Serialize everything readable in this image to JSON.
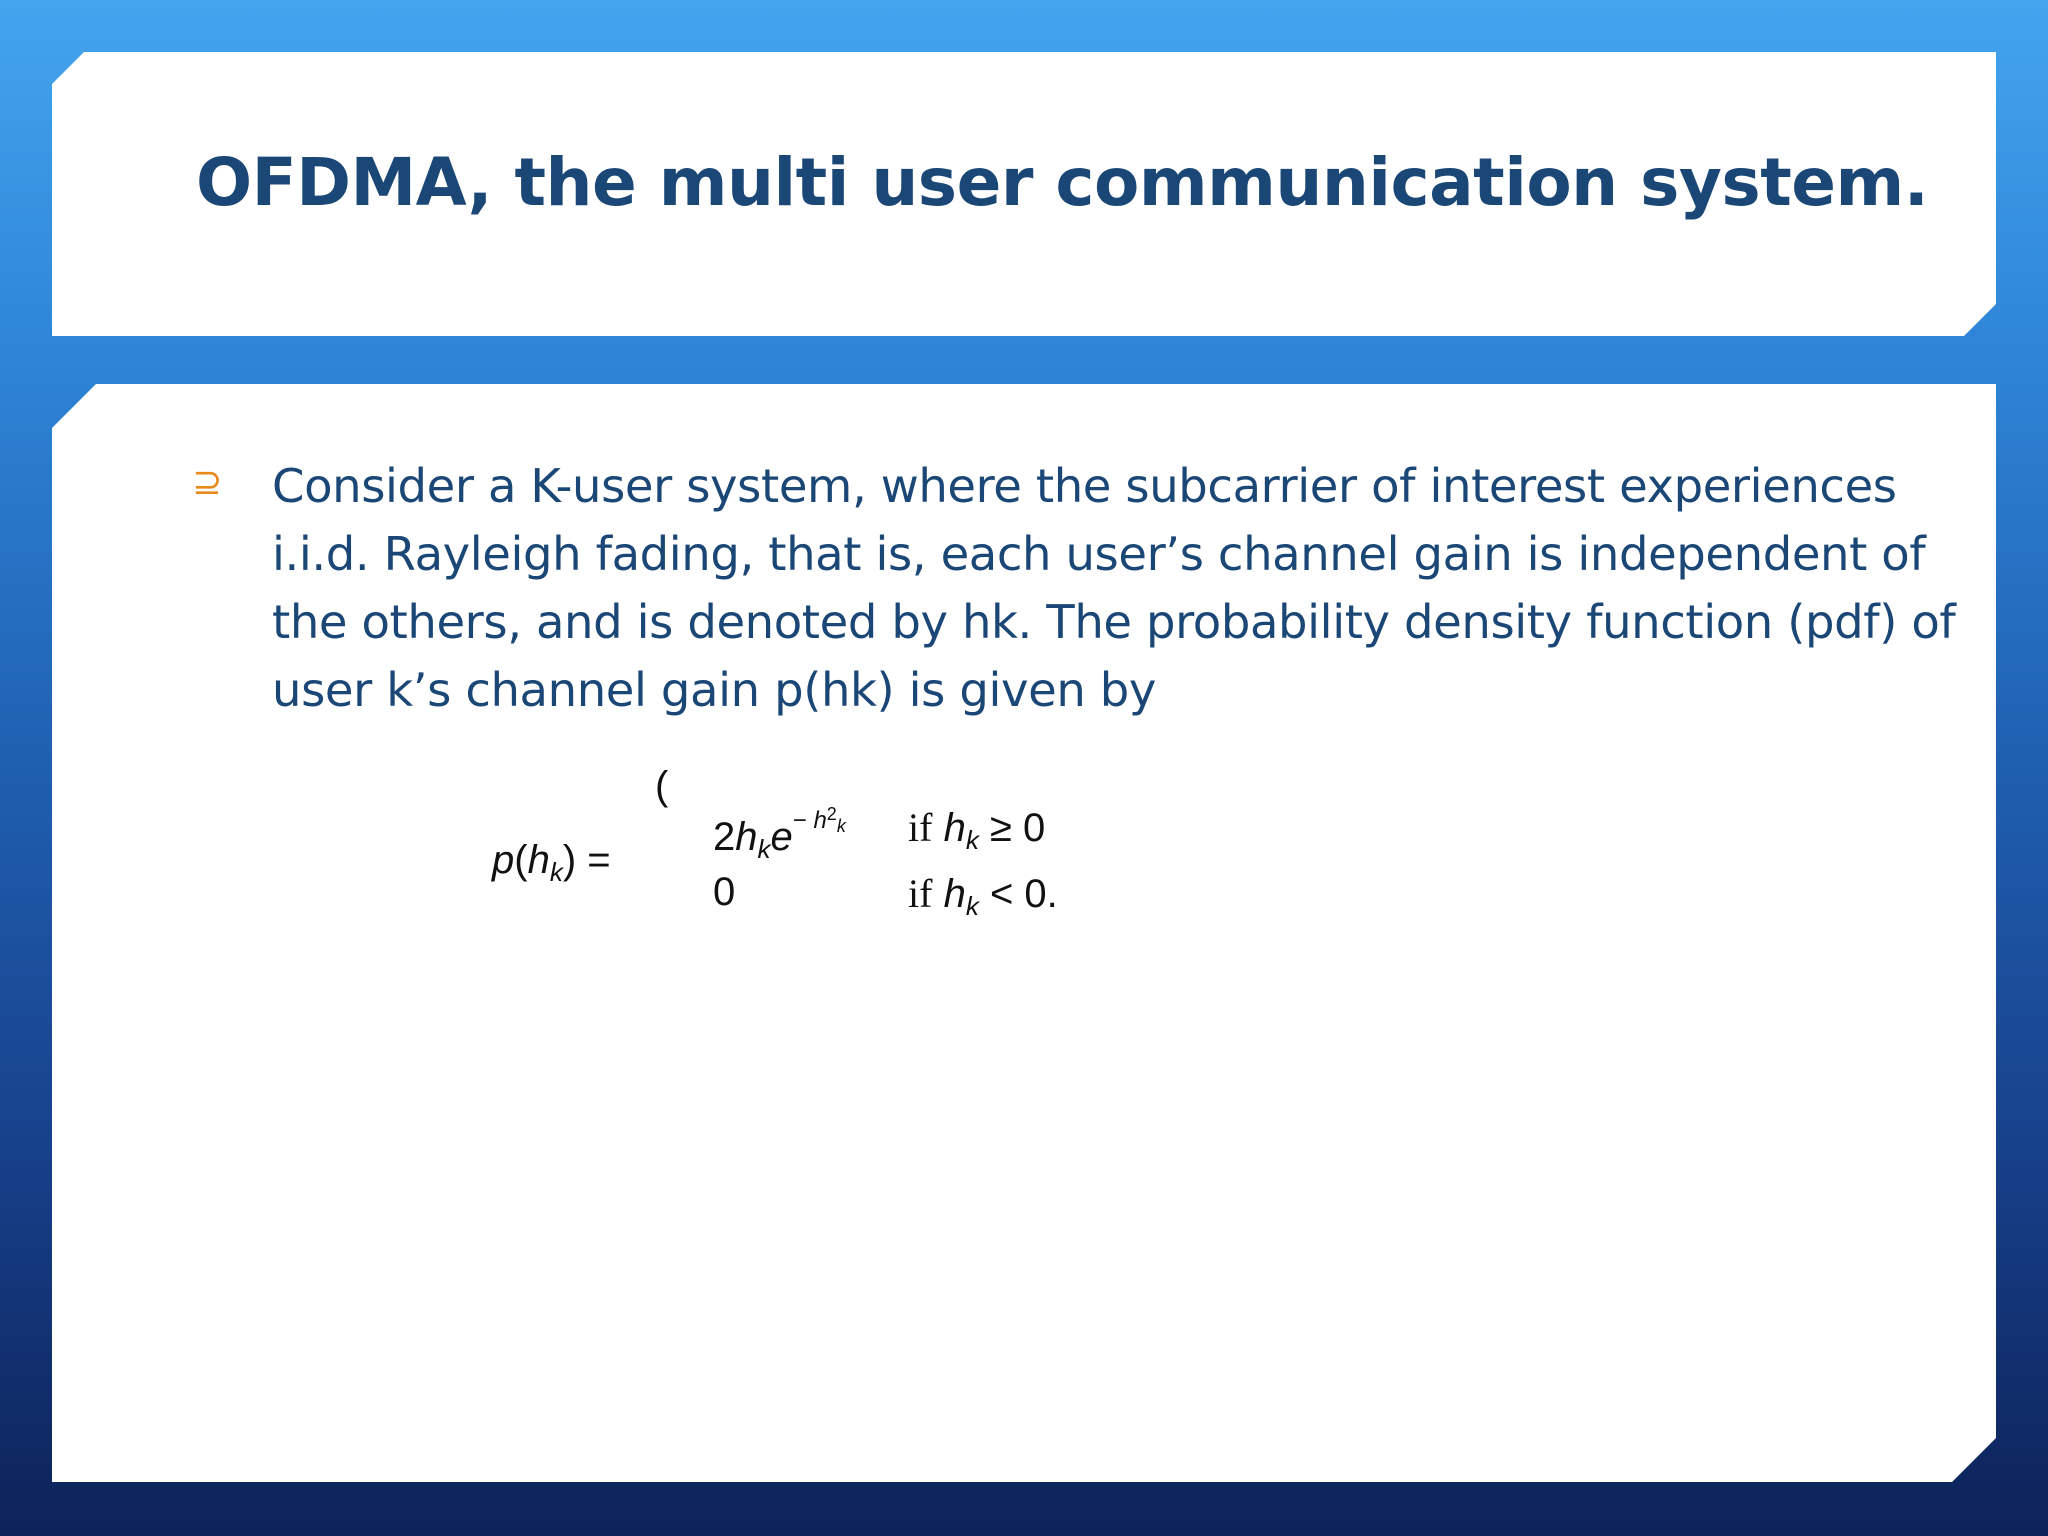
{
  "slide": {
    "title": "OFDMA, the multi user communication system.",
    "bullet_marker": "⊇",
    "bullet_text": "Consider a K-user system, where the subcarrier of interest experiences i.i.d. Rayleigh fading, that is, each user’s channel gain is independent of the others, and is denoted by hk. The probability density function (pdf) of user k’s channel gain p(hk) is given by"
  },
  "equation": {
    "lhs_func": "p",
    "var": "h",
    "sub": "k",
    "equals": "=",
    "brace": "(",
    "case1_coef": "2",
    "case1_base": "e",
    "case1_exp_minus": "−",
    "case1_exp_sup": "2",
    "case1_cond_if": "if",
    "case1_cond_op": "≥",
    "case1_cond_val": "0",
    "case2_value": "0",
    "case2_cond_if": "if",
    "case2_cond_op": "<",
    "case2_cond_val": "0."
  },
  "colors": {
    "title": "#1b4777",
    "body_text": "#1b4777",
    "bullet": "#e8891c",
    "equation": "#111111"
  }
}
